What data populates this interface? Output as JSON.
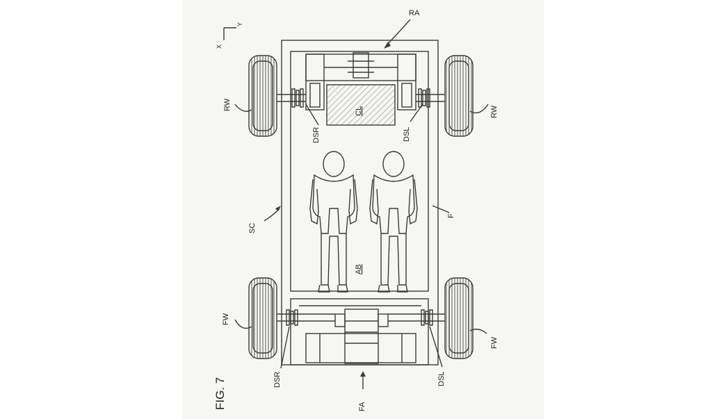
{
  "figure": {
    "caption": "FIG. 7",
    "axes": {
      "x": "X",
      "y": "Y"
    }
  },
  "labels": {
    "rear_axle": "RA",
    "rear_wheel_left": "RW",
    "rear_wheel_right": "RW",
    "front_wheel_left": "FW",
    "front_wheel_right": "FW",
    "drive_shaft_rear_right": "DSR",
    "drive_shaft_rear_left": "DSL",
    "drive_shaft_front_right": "DSR",
    "drive_shaft_front_left": "DSL",
    "cargo_load": "CL",
    "chassis": "SC",
    "frame": "F",
    "cabin": "AB",
    "front_axle": "FA"
  },
  "colors": {
    "line": "#3a3a3a",
    "paper": "#f6f6f3",
    "hatch": "#8a8a8a"
  }
}
